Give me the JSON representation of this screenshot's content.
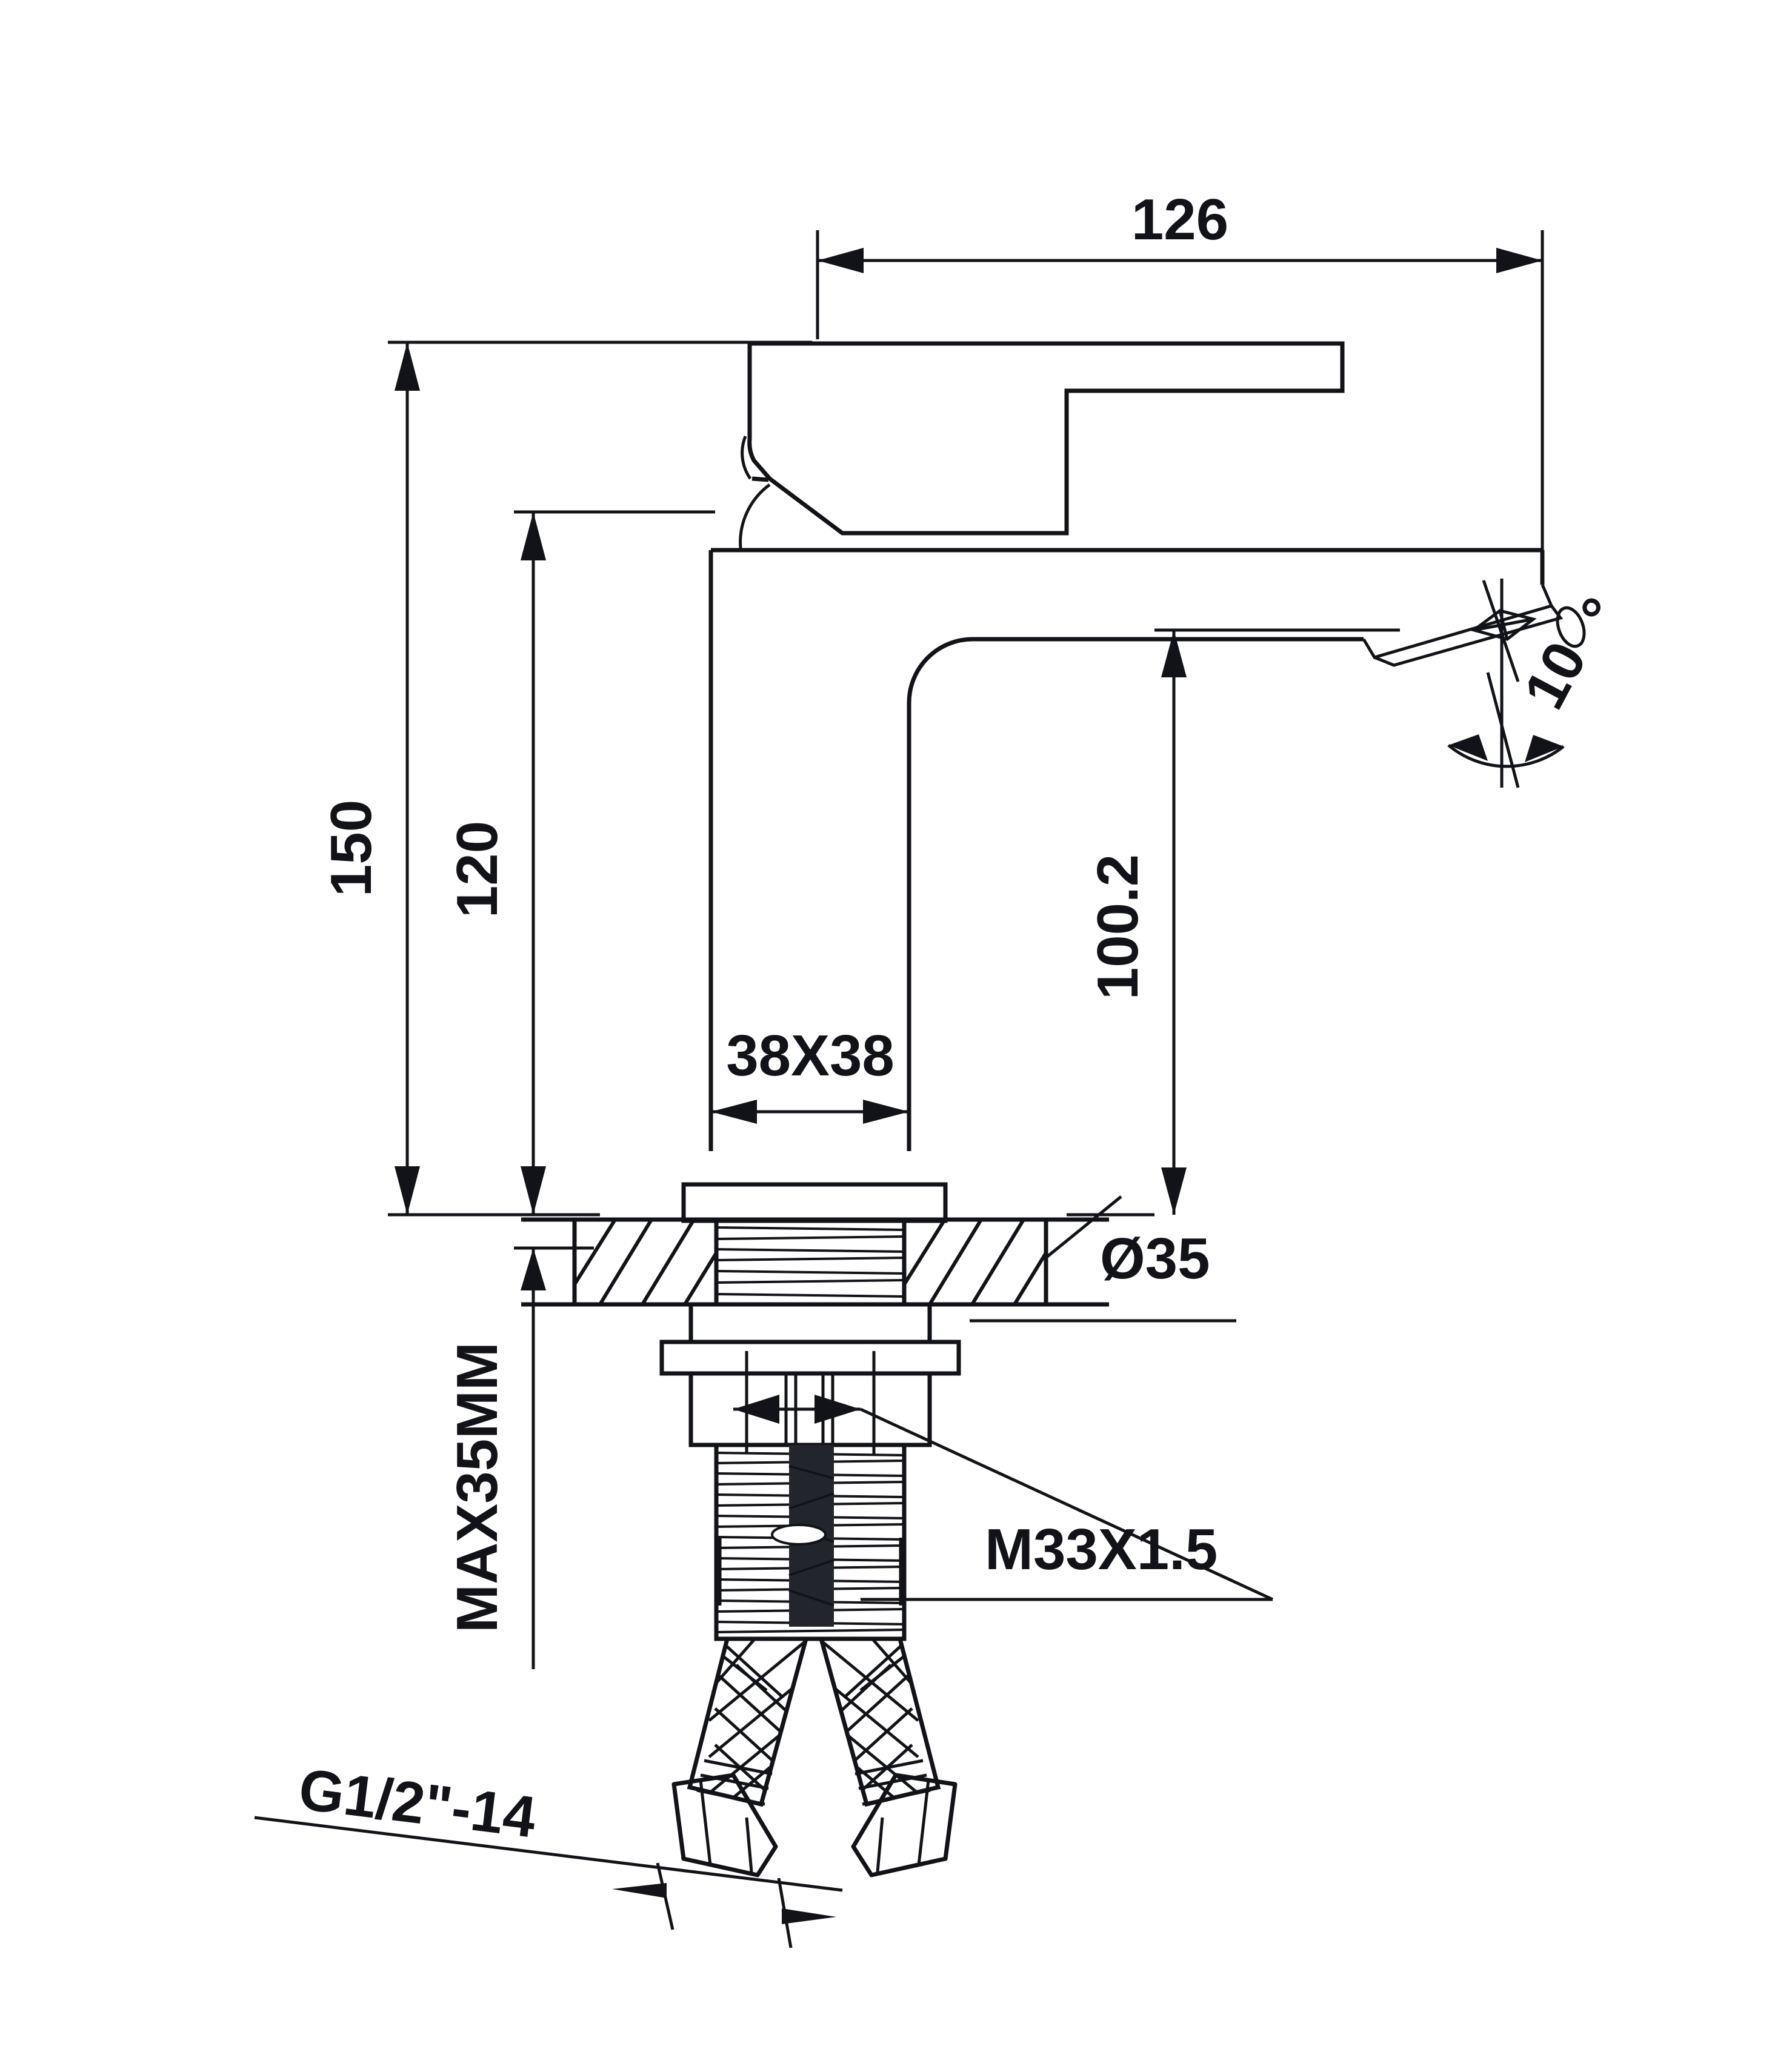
{
  "drawing": {
    "title": "Single-hole basin mixer faucet dimensioned technical drawing",
    "units": "mm",
    "line_color": "#111318",
    "background": "#ffffff"
  },
  "dimensions": {
    "spout_reach": {
      "label": "126",
      "orientation": "horizontal",
      "description": "overall spout reach from body center to aerator"
    },
    "overall_height": {
      "label": "150",
      "orientation": "vertical-rotated",
      "description": "overall faucet height above deck"
    },
    "body_height": {
      "label": "120",
      "orientation": "vertical-rotated",
      "description": "body height above deck"
    },
    "spout_height": {
      "label": "100.2",
      "orientation": "vertical-rotated",
      "description": "spout outlet height above deck"
    },
    "body_section": {
      "label": "38X38",
      "orientation": "horizontal",
      "description": "square body cross-section"
    },
    "mounting_hole": {
      "label": "Ø35",
      "orientation": "horizontal",
      "description": "required deck hole diameter"
    },
    "deck_thickness": {
      "label": "MAX35MM",
      "orientation": "vertical-rotated",
      "description": "maximum countertop thickness"
    },
    "shank_thread": {
      "label": "M33X1.5",
      "orientation": "horizontal",
      "description": "mounting shank thread"
    },
    "hose_thread": {
      "label": "G1/2\"-14",
      "orientation": "tilted",
      "description": "supply hose connection thread"
    },
    "aerator_angle": {
      "label": "10",
      "degree_symbol": "°",
      "orientation": "rotated",
      "description": "aerator outlet tilt angle"
    }
  },
  "parts": [
    {
      "name": "lever-handle",
      "description": "stepped L-shaped single lever handle with chamfered underside"
    },
    {
      "name": "faucet-body",
      "description": "square 38x38 vertical column"
    },
    {
      "name": "spout",
      "description": "horizontal spout arm with rounded inner corner"
    },
    {
      "name": "aerator",
      "description": "tilted outlet housing with cross detail at spout tip"
    },
    {
      "name": "escutcheon",
      "description": "base ring resting on countertop"
    },
    {
      "name": "countertop",
      "description": "hatched section of deck material"
    },
    {
      "name": "threaded-shank",
      "description": "M33x1.5 threaded mounting shank"
    },
    {
      "name": "mounting-nut",
      "description": "locking nut and washer beneath deck"
    },
    {
      "name": "supply-hose-left",
      "description": "braided flexible supply hose"
    },
    {
      "name": "supply-hose-right",
      "description": "braided flexible supply hose"
    },
    {
      "name": "hex-nut-left",
      "description": "G1/2 hex connection nut"
    },
    {
      "name": "hex-nut-right",
      "description": "G1/2 hex connection nut"
    }
  ]
}
